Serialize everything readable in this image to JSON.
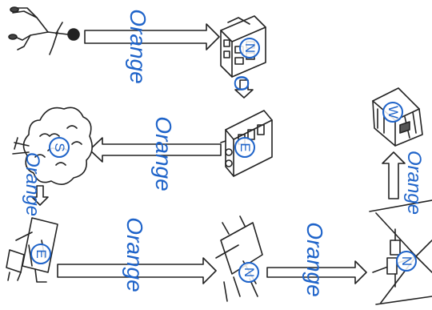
{
  "scene": {
    "landmarks": [
      {
        "id": "walker",
        "icon": "walking-person-icon",
        "direction": ""
      },
      {
        "id": "building",
        "icon": "building-icon",
        "direction": "N"
      },
      {
        "id": "bus",
        "icon": "bus-icon",
        "direction": "E"
      },
      {
        "id": "tree",
        "icon": "tree-icon",
        "direction": "S"
      },
      {
        "id": "picnic-table-left",
        "icon": "picnic-table-icon",
        "direction": "E"
      },
      {
        "id": "picnic-table-mid",
        "icon": "picnic-table-icon",
        "direction": "N"
      },
      {
        "id": "swing-set",
        "icon": "swing-set-icon",
        "direction": "N"
      },
      {
        "id": "gazebo",
        "icon": "gazebo-icon",
        "direction": "W"
      }
    ],
    "letter_o": "O",
    "path_labels": {
      "walker_to_building": "Orange",
      "bus_to_tree": "Orange",
      "tree_to_table": "Orange",
      "table_to_table": "Orange",
      "table_to_swing": "Orange",
      "swing_to_gazebo": "Orange"
    }
  }
}
